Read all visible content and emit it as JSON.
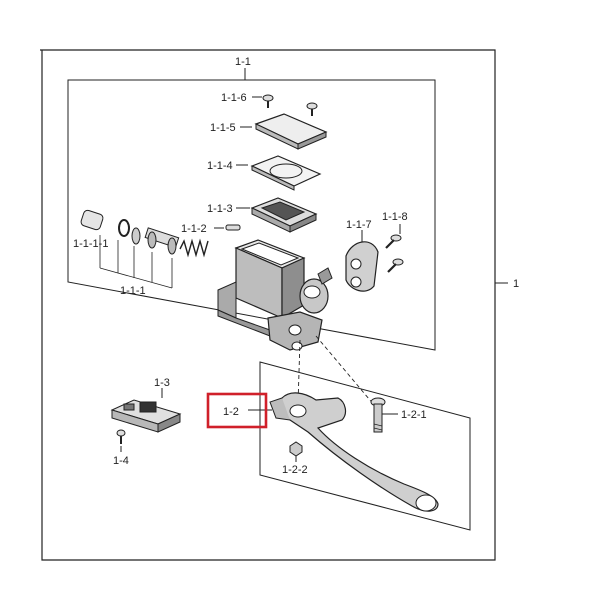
{
  "labels": {
    "assembly": "1",
    "master_cylinder": "1-1",
    "piston_kit": "1-1-1",
    "piston_kit_sub": "1-1-1-1",
    "pin": "1-1-2",
    "diaphragm_plate": "1-1-3",
    "diaphragm": "1-1-4",
    "cap": "1-1-5",
    "cap_screw": "1-1-6",
    "clamp": "1-1-7",
    "clamp_bolt": "1-1-8",
    "lever": "1-2",
    "lever_bolt": "1-2-1",
    "lever_nut": "1-2-2",
    "switch": "1-3",
    "switch_screw": "1-4"
  },
  "highlight_color": "#d0202a",
  "line_color": "#222222"
}
